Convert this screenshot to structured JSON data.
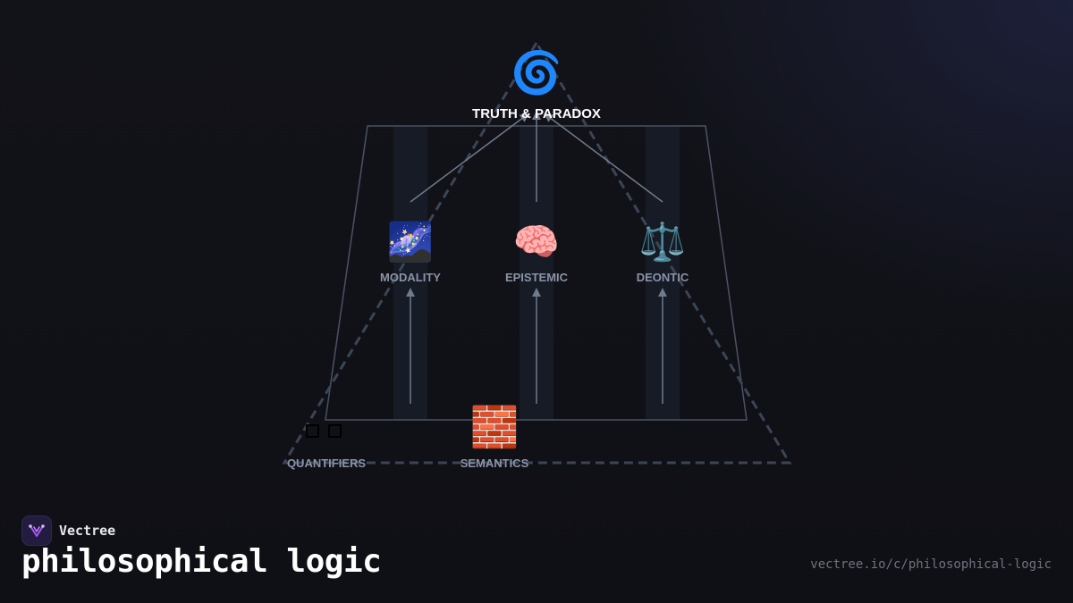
{
  "diagram": {
    "apex": {
      "icon": "🌀",
      "icon_name": "cyclone-icon",
      "label": "TRUTH & PARADOX"
    },
    "middle": [
      {
        "icon": "🌌",
        "icon_name": "milky-way-icon",
        "label": "MODALITY"
      },
      {
        "icon": "🧠",
        "icon_name": "brain-icon",
        "label": "EPISTEMIC"
      },
      {
        "icon": "⚖️",
        "icon_name": "balance-scale-icon",
        "label": "DEONTIC"
      }
    ],
    "base": [
      {
        "icon": "□□",
        "icon_name": "missing-glyph-icon",
        "label": "QUANTIFIERS"
      },
      {
        "icon": "🧱",
        "icon_name": "brick-icon",
        "label": "SEMANTICS"
      }
    ],
    "colors": {
      "outline": "#4b5263",
      "arrow": "#6f7a8c",
      "dashed": "#3a4556",
      "column": "#161b25"
    }
  },
  "brand": {
    "name": "Vectree",
    "logo_icon": "vectree-logo-icon",
    "logo_color": "#a855f7"
  },
  "title": "philosophical logic",
  "url": "vectree.io/c/philosophical-logic"
}
